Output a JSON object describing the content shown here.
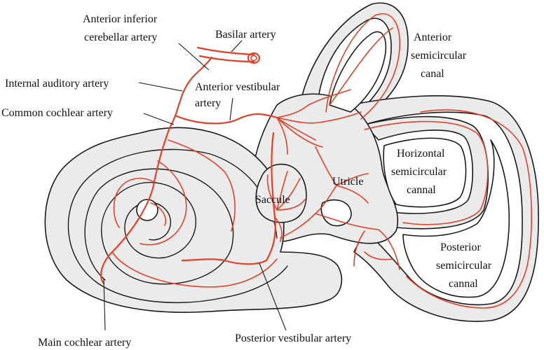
{
  "colors": {
    "artery": "#e0432a",
    "labyrinth_fill": "#ebebeb",
    "outline": "#1a1a1a",
    "background": "#ffffff"
  },
  "labels": {
    "aica_line1": "Anterior inferior",
    "aica_line2": "cerebellar artery",
    "basilar": "Basilar artery",
    "internal_auditory": "Internal auditory artery",
    "anterior_vestibular_line1": "Anterior vestibular",
    "anterior_vestibular_line2": "artery",
    "common_cochlear": "Common cochlear artery",
    "anterior_canal_line1": "Anterior",
    "anterior_canal_line2": "semicircular",
    "anterior_canal_line3": "canal",
    "horizontal_canal_line1": "Horizontal",
    "horizontal_canal_line2": "semicircular",
    "horizontal_canal_line3": "cannal",
    "utricle": "Utricle",
    "saccule": "Saccule",
    "posterior_canal_line1": "Posterior",
    "posterior_canal_line2": "semicircular",
    "posterior_canal_line3": "cannal",
    "main_cochlear": "Main cochlear artery",
    "posterior_vestibular": "Posterior vestibular artery"
  }
}
